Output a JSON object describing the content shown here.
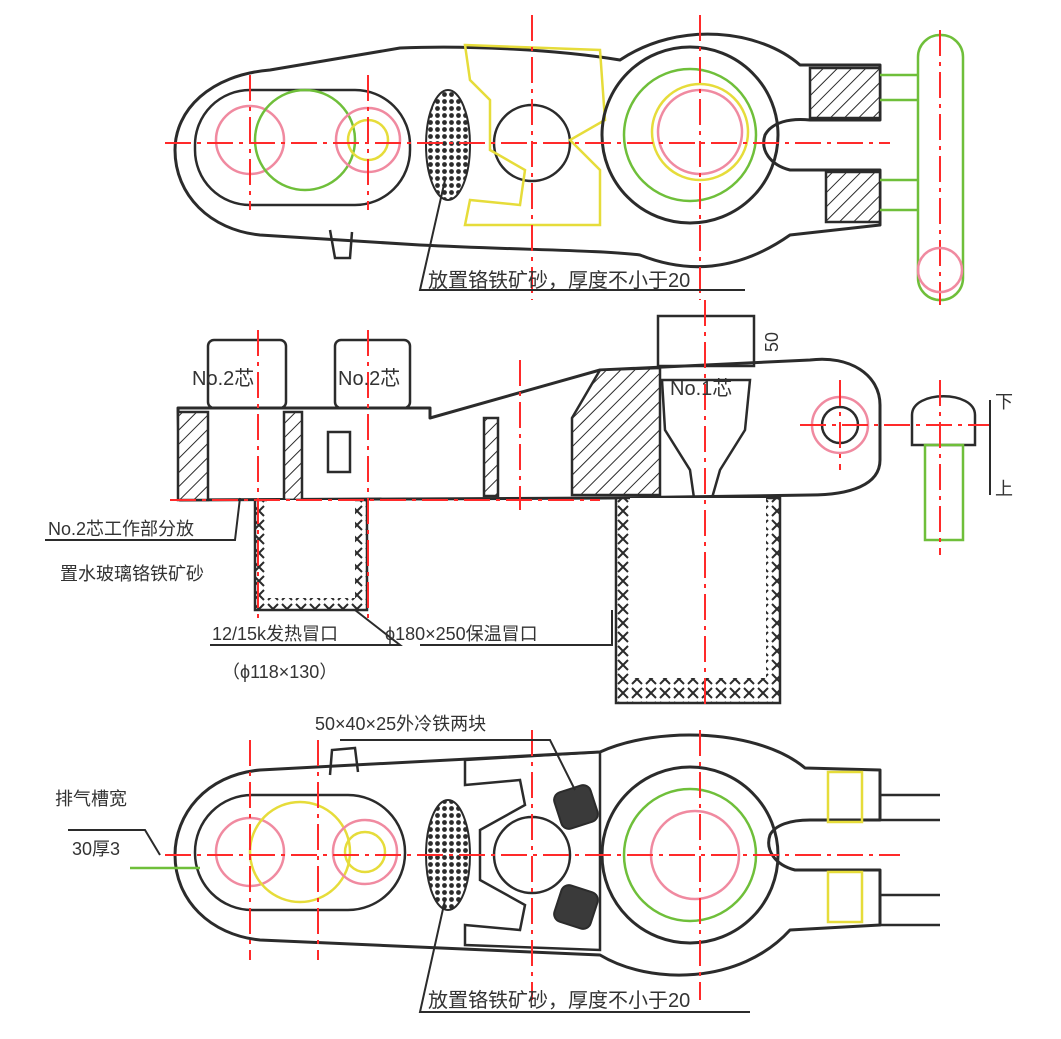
{
  "labels": {
    "top_sand_note": "放置铬铁矿砂，厚度不小于20",
    "core_no2_left": "No.2芯",
    "core_no2_mid": "No.2芯",
    "core_no1": "No.1芯",
    "dim_50": "50",
    "dir_down": "下",
    "dir_up": "上",
    "no2_note_line1": "No.2芯工作部分放",
    "no2_note_line2": "置水玻璃铬铁矿砂",
    "riser_small_line1": "12/15k发热冒口",
    "riser_small_line2": "（ϕ118×130）",
    "riser_large": "ϕ180×250保温冒口",
    "chill_note": "50×40×25外冷铁两块",
    "vent_line1": "排气槽宽",
    "vent_line2": "30厚3",
    "bottom_sand_note": "放置铬铁矿砂，厚度不小于20"
  },
  "colors": {
    "outline": "#2b2b2b",
    "centerline": "#ff2a2a",
    "green": "#6fbf3a",
    "yellow": "#e6dc3a",
    "pink": "#f08aa0"
  }
}
